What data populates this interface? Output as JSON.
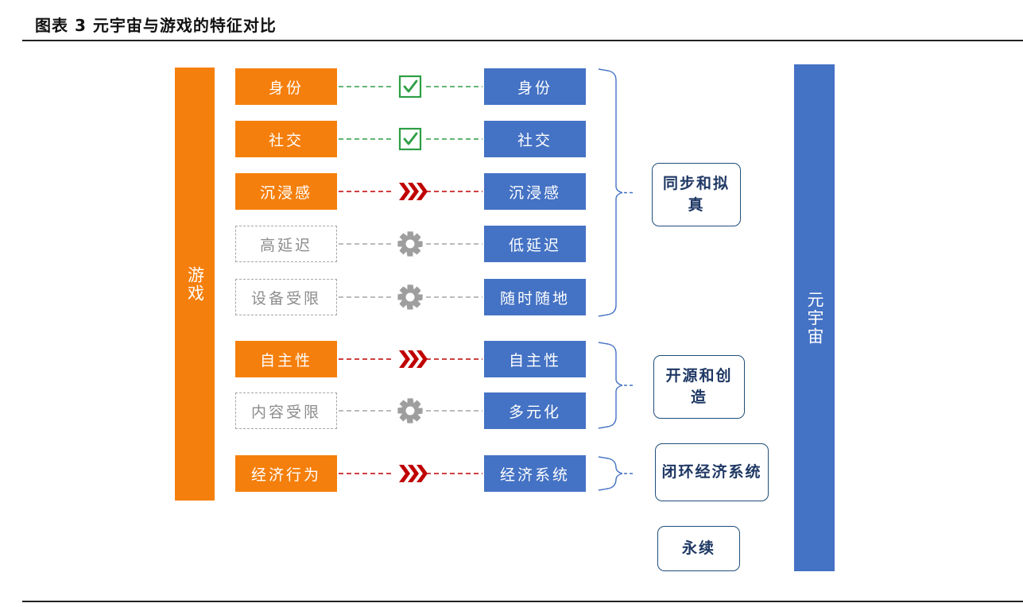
{
  "title": "图表 3 元宇宙与游戏的特征对比",
  "colors": {
    "game": "#f57f0c",
    "metaverse": "#4472c4",
    "check": "#2e9e44",
    "chevron": "#c00000",
    "gear": "#9e9e9e",
    "neutral_line": "#a6a6a6",
    "outline": "#1f4e79"
  },
  "game_label": "游戏",
  "metaverse_label": "元宇宙",
  "rows": [
    {
      "game": "身份",
      "game_style": "orange",
      "link": "check",
      "meta": "身份"
    },
    {
      "game": "社交",
      "game_style": "orange",
      "link": "check",
      "meta": "社交"
    },
    {
      "game": "沉浸感",
      "game_style": "orange",
      "link": "chevron",
      "meta": "沉浸感"
    },
    {
      "game": "高延迟",
      "game_style": "ghost",
      "link": "gear",
      "meta": "低延迟"
    },
    {
      "game": "设备受限",
      "game_style": "ghost",
      "link": "gear",
      "meta": "随时随地"
    },
    {
      "game": "自主性",
      "game_style": "orange",
      "link": "chevron",
      "meta": "自主性"
    },
    {
      "game": "内容受限",
      "game_style": "ghost",
      "link": "gear",
      "meta": "多元化"
    },
    {
      "game": "经济行为",
      "game_style": "orange",
      "link": "chevron",
      "meta": "经济系统"
    }
  ],
  "groups": [
    {
      "label": "同步和拟真"
    },
    {
      "label": "开源和创造"
    },
    {
      "label": "闭环经济系统"
    },
    {
      "label": "永续"
    }
  ]
}
